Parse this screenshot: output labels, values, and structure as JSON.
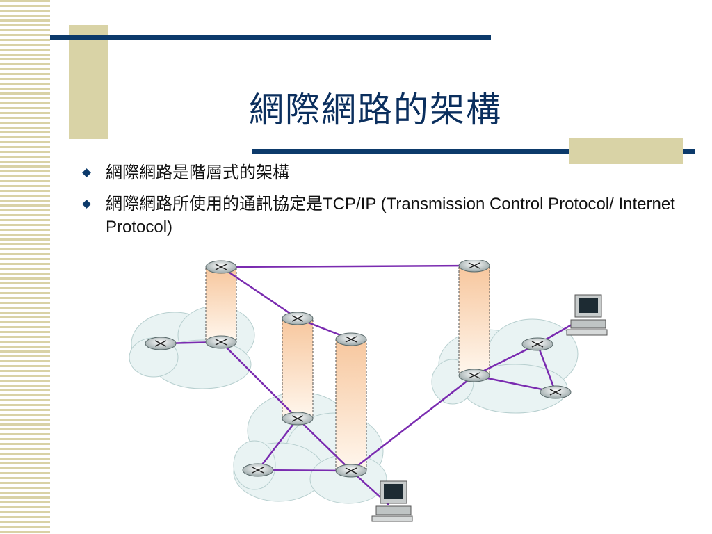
{
  "slide": {
    "title": "網際網路的架構",
    "bullets": [
      {
        "text": "網際網路是階層式的架構"
      },
      {
        "text": "網際網路所使用的通訊協定是TCP/IP (Transmission Control Protocol/ Internet Protocol)"
      }
    ]
  },
  "colors": {
    "title": "#0b2f5e",
    "rule": "#0c3a6b",
    "accent_block": "#d9d3a6",
    "link_line": "#7a2bb0",
    "cloud": "#e8f3f3"
  },
  "diagram": {
    "icons": [
      "router-icon",
      "computer-icon",
      "cloud-shape",
      "cylinder-tier"
    ]
  }
}
